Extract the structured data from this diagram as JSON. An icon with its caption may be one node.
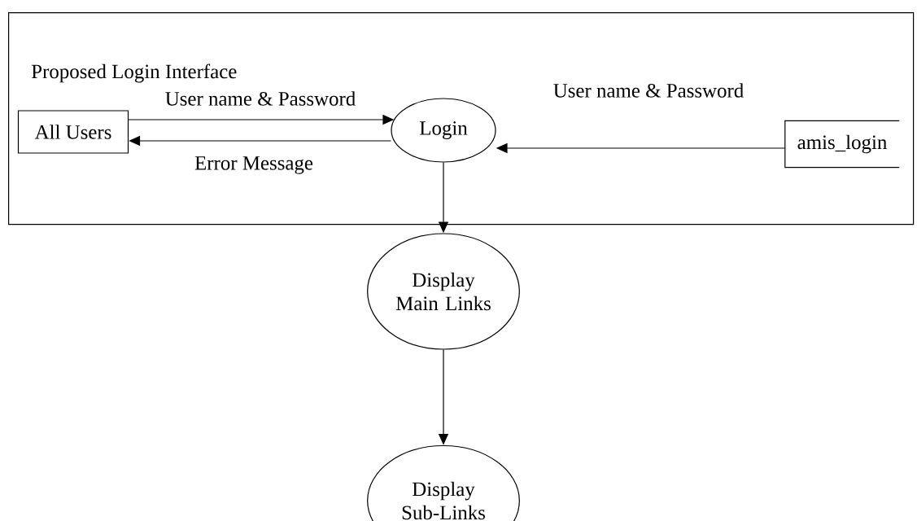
{
  "diagram": {
    "nodes": [
      {
        "text": [
          "Proposed Login Interface"
        ]
      },
      {
        "text": [
          "All Users"
        ],
        "in": 0
      },
      {
        "text": [
          "Login"
        ],
        "in": 0
      },
      {
        "text": [
          "amis_login"
        ],
        "in": 0
      },
      {
        "text": [
          "Display Main Links"
        ]
      },
      {
        "text": [
          "Display Sub-Links"
        ]
      }
    ],
    "edges": [
      {
        "from": 1,
        "to": 2,
        "arrow": "to",
        "label": "User name & Password"
      },
      {
        "from": 2,
        "to": 1,
        "arrow": "to",
        "label": "Error Message"
      },
      {
        "from": 3,
        "to": 2,
        "arrow": "to",
        "label": "User name & Password"
      },
      {
        "from": 2,
        "to": 4,
        "arrow": "to"
      },
      {
        "from": 4,
        "to": 5,
        "arrow": "to"
      }
    ]
  }
}
